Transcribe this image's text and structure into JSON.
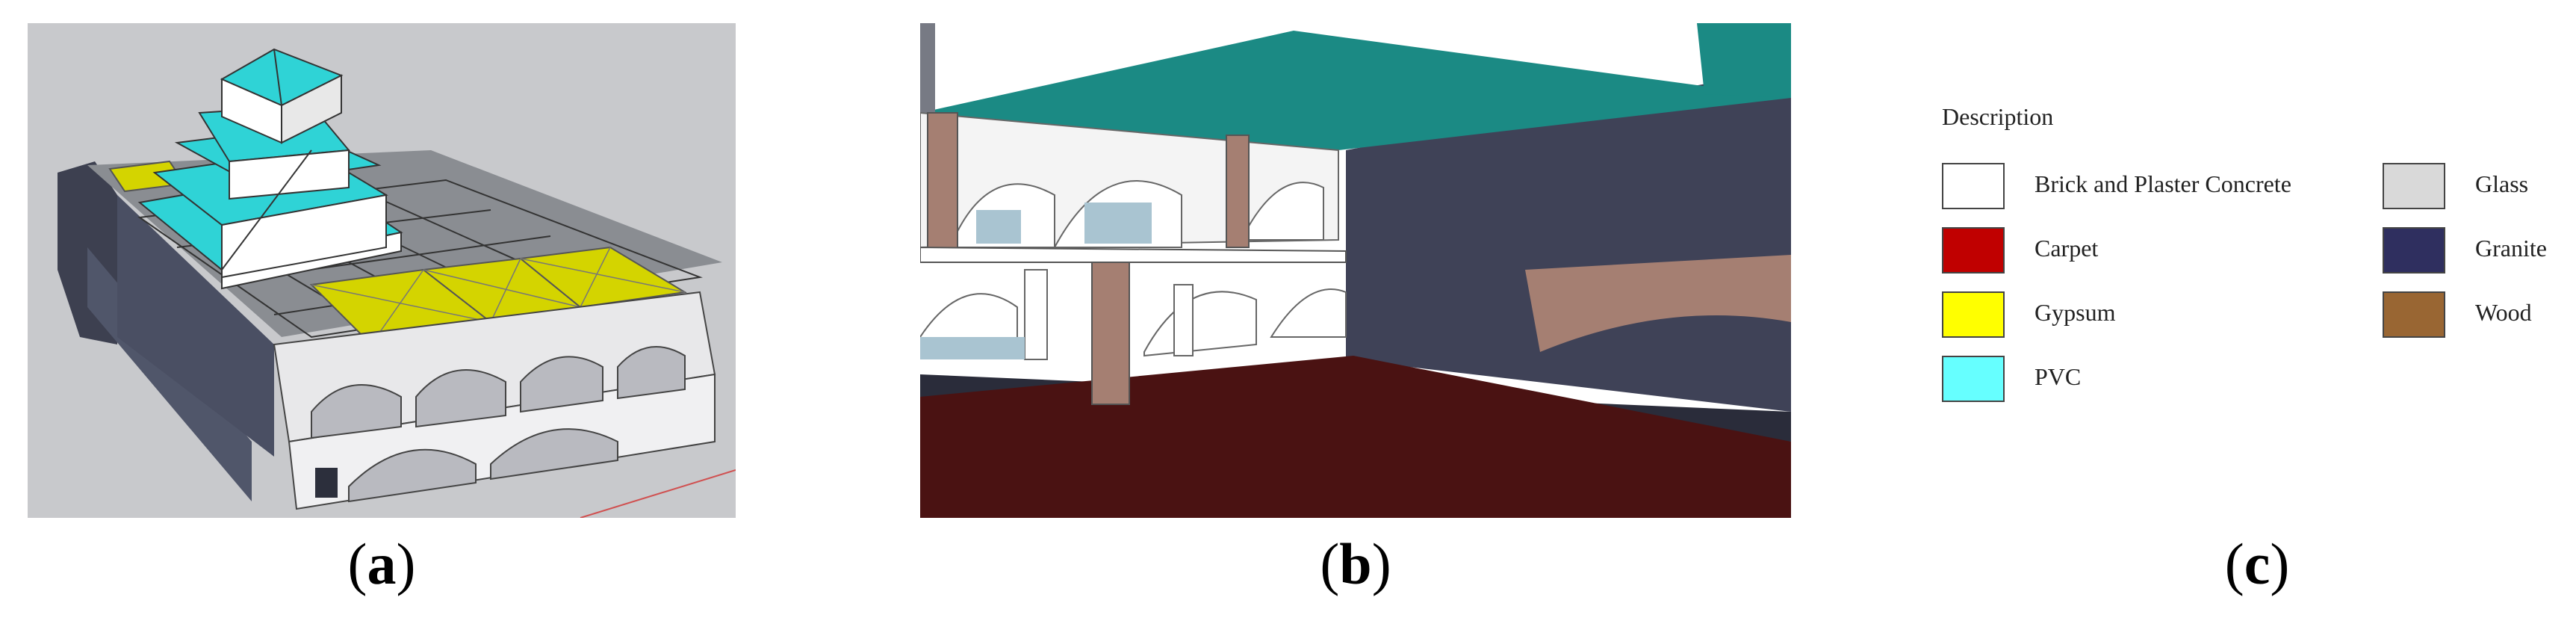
{
  "captions": {
    "a": {
      "open": "(",
      "letter": "a",
      "close": ")"
    },
    "b": {
      "open": "(",
      "letter": "b",
      "close": ")"
    },
    "c": {
      "open": "(",
      "letter": "c",
      "close": ")"
    }
  },
  "legend": {
    "title": "Description",
    "items": [
      {
        "label": "Brick and Plaster Concrete",
        "color": "#ffffff"
      },
      {
        "label": "Carpet",
        "color": "#c00000"
      },
      {
        "label": "Gypsum",
        "color": "#ffff00"
      },
      {
        "label": "PVC",
        "color": "#66ffff"
      },
      {
        "label": "Glass",
        "color": "#d9d9d9"
      },
      {
        "label": "Granite",
        "color": "#2f2f5f"
      },
      {
        "label": "Wood",
        "color": "#996633"
      }
    ]
  },
  "materials_colors": {
    "pvc_roof": "#2fd3d6",
    "gypsum_roof": "#d6d600",
    "granite_wall": "#3f4257",
    "carpet_floor": "#4a1212",
    "wood_column": "#a57f72",
    "teal_ceiling": "#1b8a84"
  }
}
